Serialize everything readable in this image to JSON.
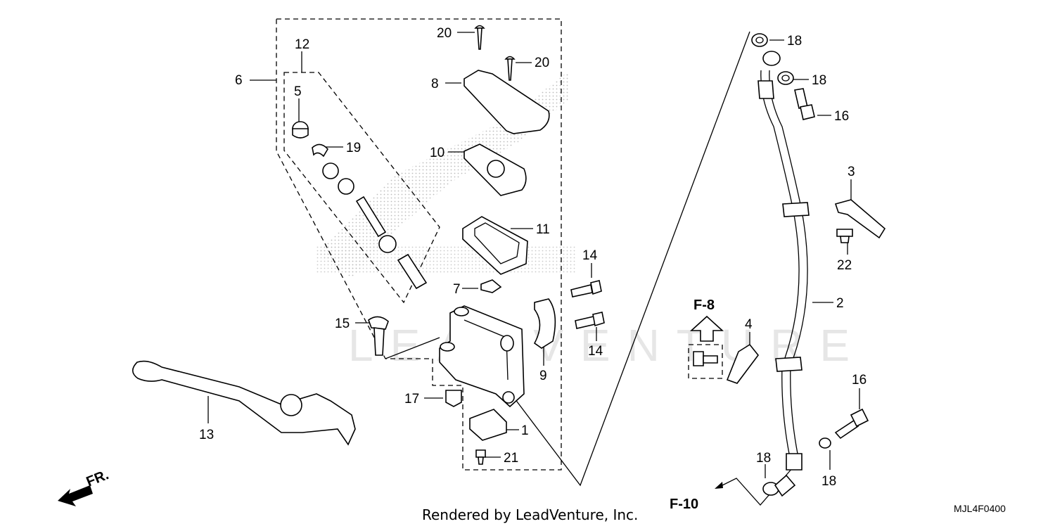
{
  "diagram": {
    "labels": {
      "p1": "1",
      "p2": "2",
      "p3": "3",
      "p4": "4",
      "p5": "5",
      "p6": "6",
      "p7": "7",
      "p8": "8",
      "p9": "9",
      "p10": "10",
      "p11": "11",
      "p12": "12",
      "p13": "13",
      "p14a": "14",
      "p14b": "14",
      "p15": "15",
      "p16a": "16",
      "p16b": "16",
      "p17": "17",
      "p18a": "18",
      "p18b": "18",
      "p18c": "18",
      "p18d": "18",
      "p19": "19",
      "p20a": "20",
      "p20b": "20",
      "p21": "21",
      "p22": "22"
    },
    "refs": {
      "f8": "F-8",
      "f10": "F-10",
      "fr": "FR."
    },
    "watermark": "LEADVENTURE",
    "footer_text": "Rendered by LeadVenture, Inc.",
    "diagram_code": "MJL4F0400"
  }
}
